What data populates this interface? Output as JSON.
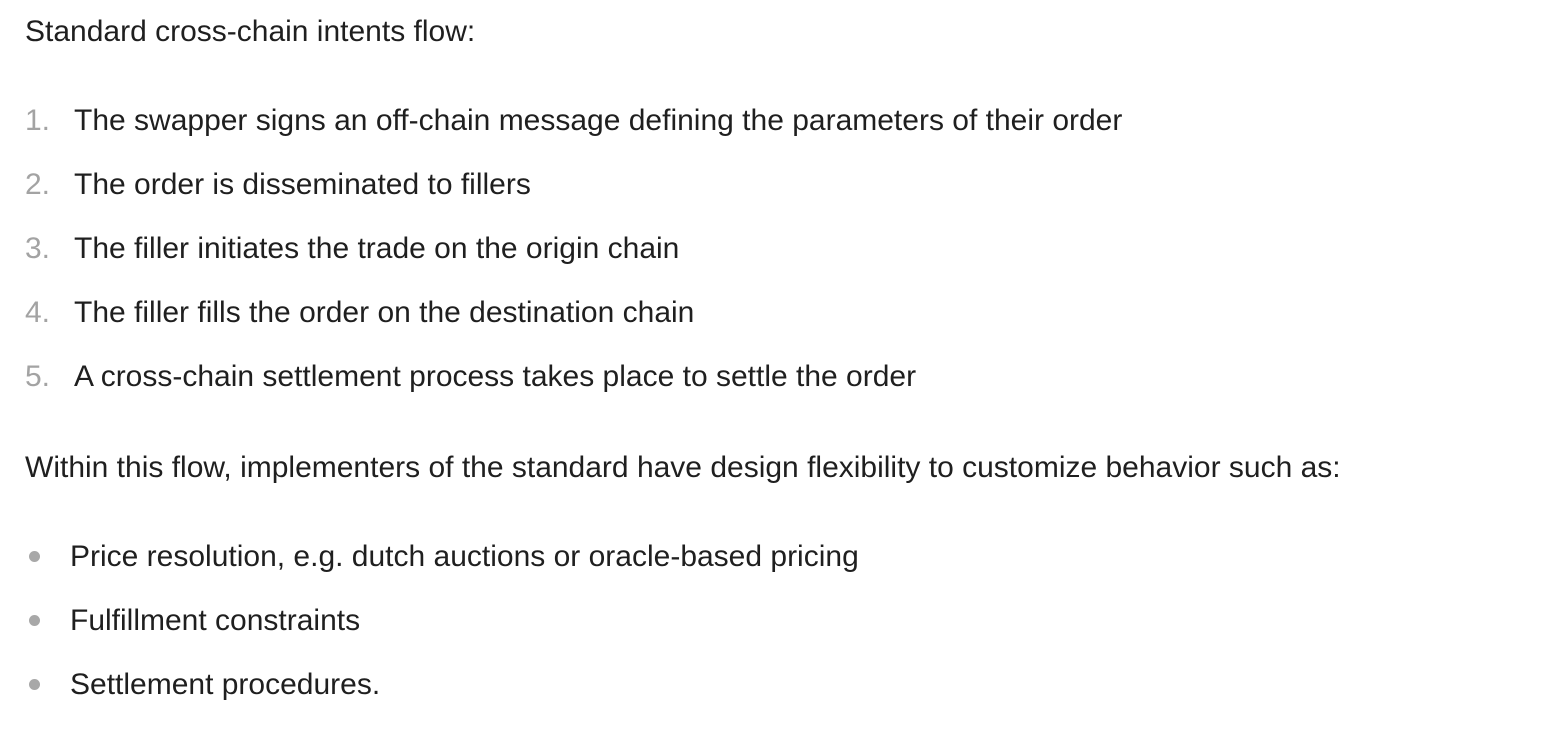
{
  "intro": "Standard cross-chain intents flow:",
  "steps": [
    {
      "number": "1.",
      "text": "The swapper signs an off-chain message defining the parameters of their order"
    },
    {
      "number": "2.",
      "text": "The order is disseminated to fillers"
    },
    {
      "number": "3.",
      "text": "The filler initiates the trade on the origin chain"
    },
    {
      "number": "4.",
      "text": "The filler fills the order on the destination chain"
    },
    {
      "number": "5.",
      "text": "A cross-chain settlement process takes place to settle the order"
    }
  ],
  "within": "Within this flow, implementers of the standard have design flexibility to customize behavior such as:",
  "bullets": [
    "Price resolution, e.g. dutch auctions or oracle-based pricing",
    "Fulfillment constraints",
    "Settlement procedures."
  ],
  "colors": {
    "text": "#1f1f1f",
    "marker": "#a3a3a3",
    "background": "#ffffff"
  }
}
